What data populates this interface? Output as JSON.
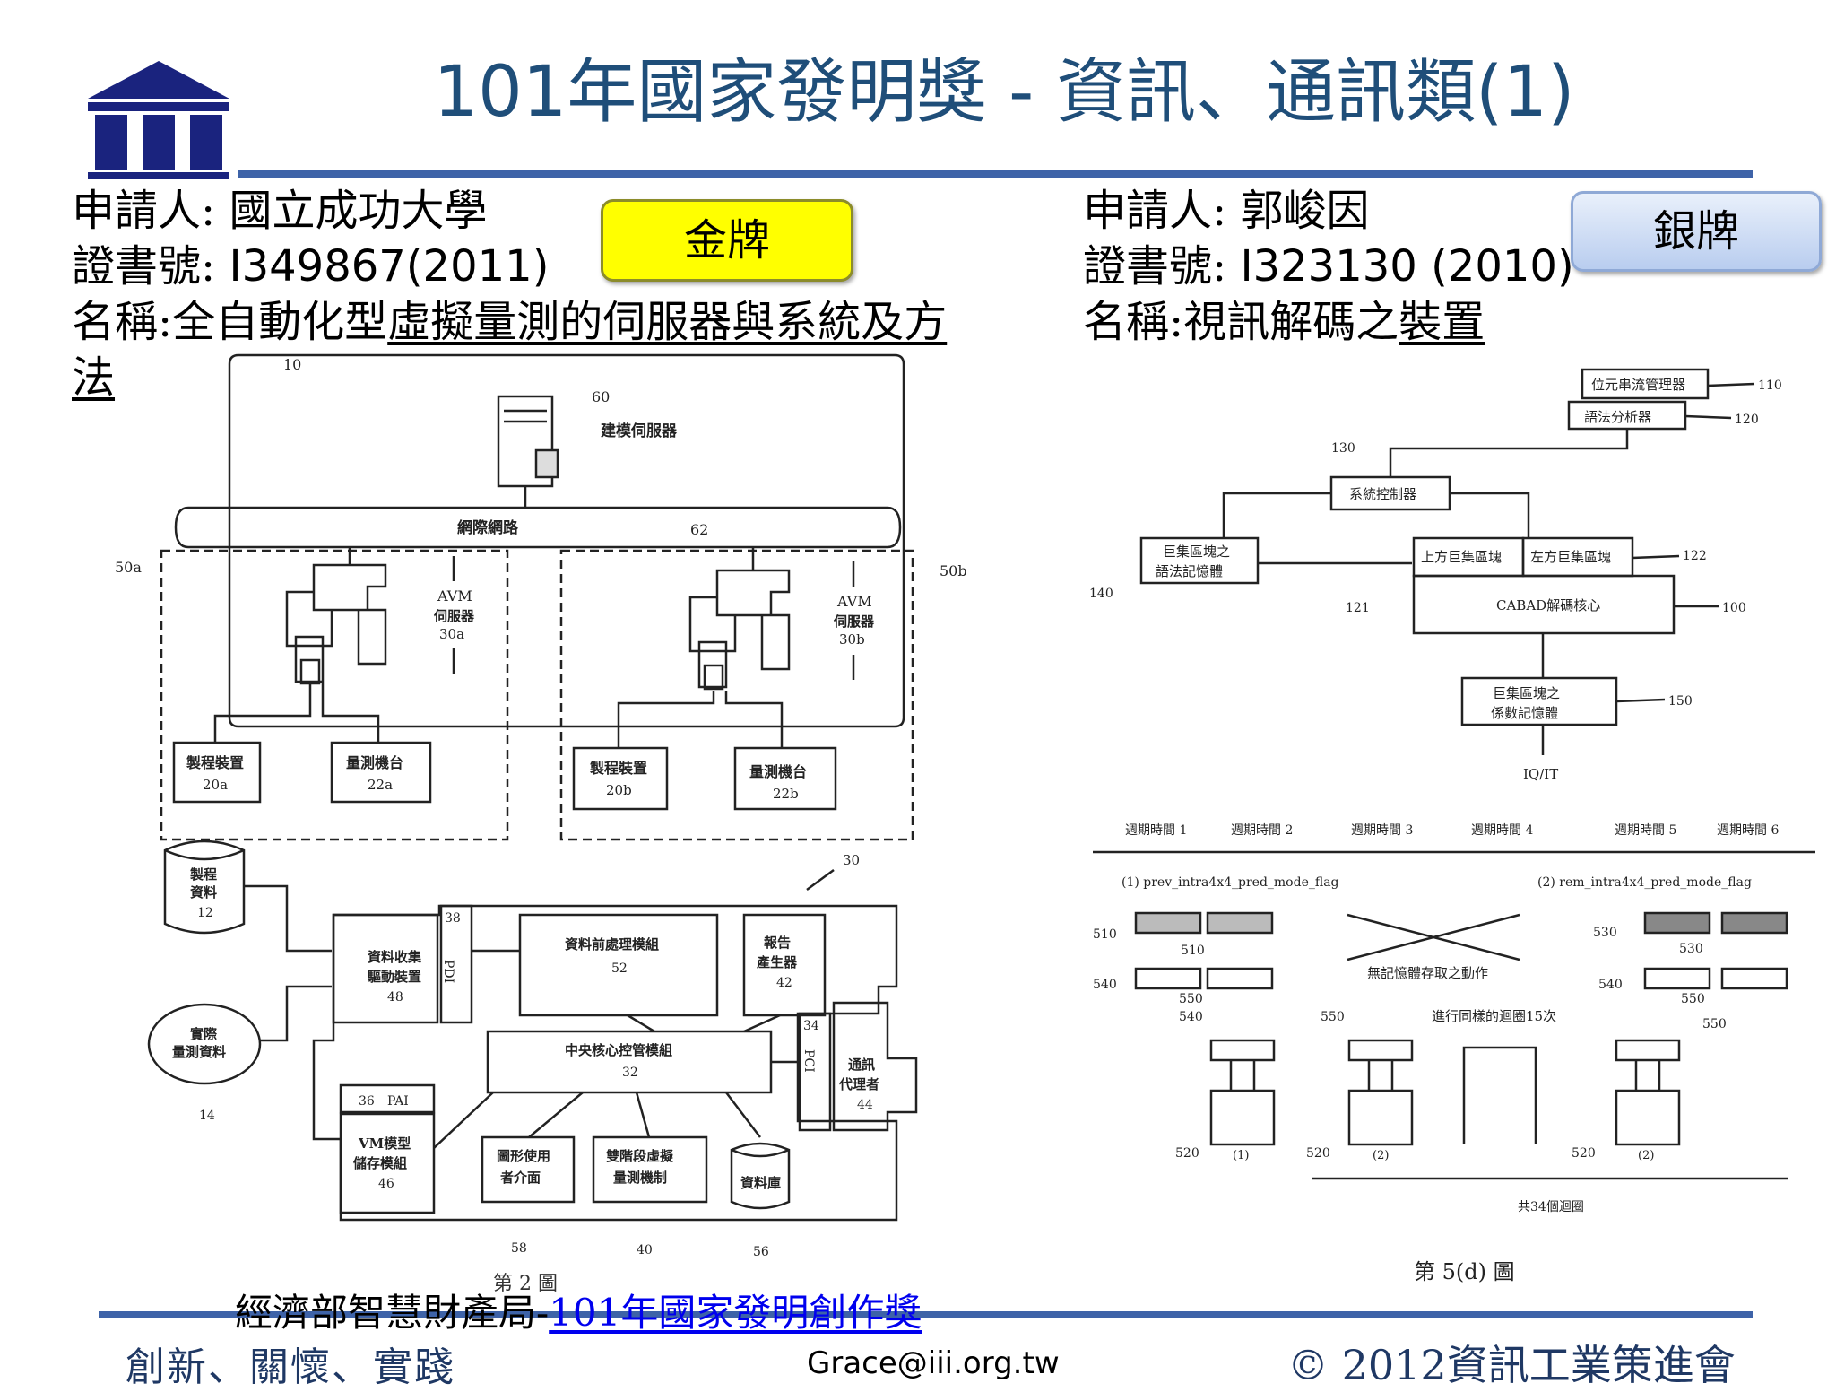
{
  "title": "101年國家發明獎 - 資訊、通訊類(1)",
  "left_patent": {
    "applicant_label": "申請人: ",
    "applicant": "國立成功大學",
    "cert_label": "證書號: ",
    "cert_no": "I349867(2011)",
    "name_label": "名稱:",
    "name_part1": "全自動化型",
    "name_part2": "虛擬量測的伺服器與",
    "name_part3": "系統及方",
    "name_part4": "法",
    "award": "金牌"
  },
  "right_patent": {
    "applicant_label": "申請人: ",
    "applicant": "郭峻因",
    "cert_label": "證書號: ",
    "cert_no": "I323130 (2010)",
    "name_label": "名稱:",
    "name_part1": "視訊解碼之",
    "name_part2": "裝置",
    "award": "銀牌"
  },
  "figure_left": {
    "label_10": "10",
    "label_60": "60",
    "server": "建模伺服器",
    "network": "網際網路",
    "label_62": "62",
    "label_50a": "50a",
    "label_50b": "50b",
    "avm": "AVM",
    "avm_server": "伺服器",
    "label_30a": "30a",
    "label_30b": "30b",
    "process_device": "製程裝置",
    "label_20a": "20a",
    "label_20b": "20b",
    "measure_tool": "量測機台",
    "label_22a": "22a",
    "label_22b": "22b",
    "process_data": "製程",
    "process_data2": "資料",
    "label_12": "12",
    "actual_data": "實際",
    "actual_data2": "量測資料",
    "label_14": "14",
    "label_30": "30",
    "label_38": "38",
    "pdi": "PDI",
    "collect": "資料收集",
    "collect2": "驅動裝置",
    "label_48": "48",
    "preprocess": "資料前處理模組",
    "label_52": "52",
    "report": "報告",
    "report2": "產生器",
    "label_42": "42",
    "central": "中央核心控管模組",
    "label_32": "32",
    "label_34": "34",
    "pci": "PCI",
    "comm": "通訊",
    "comm2": "代理者",
    "label_44": "44",
    "label_36": "36",
    "pai": "PAI",
    "vm": "VM模型",
    "vm2": "儲存模組",
    "label_46": "46",
    "gui": "圖形使用",
    "gui2": "者介面",
    "label_58": "58",
    "dual": "雙階段虛擬",
    "dual2": "量測機制",
    "label_40": "40",
    "db": "資料庫",
    "label_56": "56",
    "caption": "第 2 圖"
  },
  "figure_right": {
    "bitstream": "位元串流管理器",
    "label_110": "110",
    "parser": "語法分析器",
    "label_120": "120",
    "label_130": "130",
    "sys_ctrl": "系統控制器",
    "mb_syntax": "巨集區塊之",
    "mb_syntax2": "語法記憶體",
    "label_140": "140",
    "upper_mb": "上方巨集區塊",
    "left_mb": "左方巨集區塊",
    "label_122": "122",
    "label_121": "121",
    "cabad": "CABAD解碼核心",
    "label_100": "100",
    "mb_coef": "巨集區塊之",
    "mb_coef2": "係數記憶體",
    "label_150": "150",
    "iqit": "IQ/IT",
    "cycles": [
      "週期時間 1",
      "週期時間 2",
      "週期時間 3",
      "週期時間 4",
      "週期時間 5",
      "週期時間 6"
    ],
    "flag1": "(1)  prev_intra4x4_pred_mode_flag",
    "flag2": "(2)  rem_intra4x4_pred_mode_flag",
    "l510": "510",
    "l540": "540",
    "l550": "550",
    "l530": "530",
    "l520": "520",
    "no_mem": "無記憶體存取之動作",
    "repeat": "進行同樣的迴圈15次",
    "p1": "(1)",
    "p2": "(2)",
    "total_loops": "共34個迴圈",
    "caption": "第 5(d) 圖"
  },
  "source": {
    "prefix": "經濟部智慧財產局-",
    "link": "101年國家發明創作獎"
  },
  "footer": {
    "motto": "創新、關懷、實踐",
    "email": "Grace@iii.org.tw",
    "copyright": "© 2012資訊工業策進會"
  },
  "colors": {
    "title": "#1F4E79",
    "rule": "#3E63A8",
    "gold_badge": "#FFFF00",
    "silver_badge": "#B9CDEF",
    "logo": "#1A237E"
  }
}
